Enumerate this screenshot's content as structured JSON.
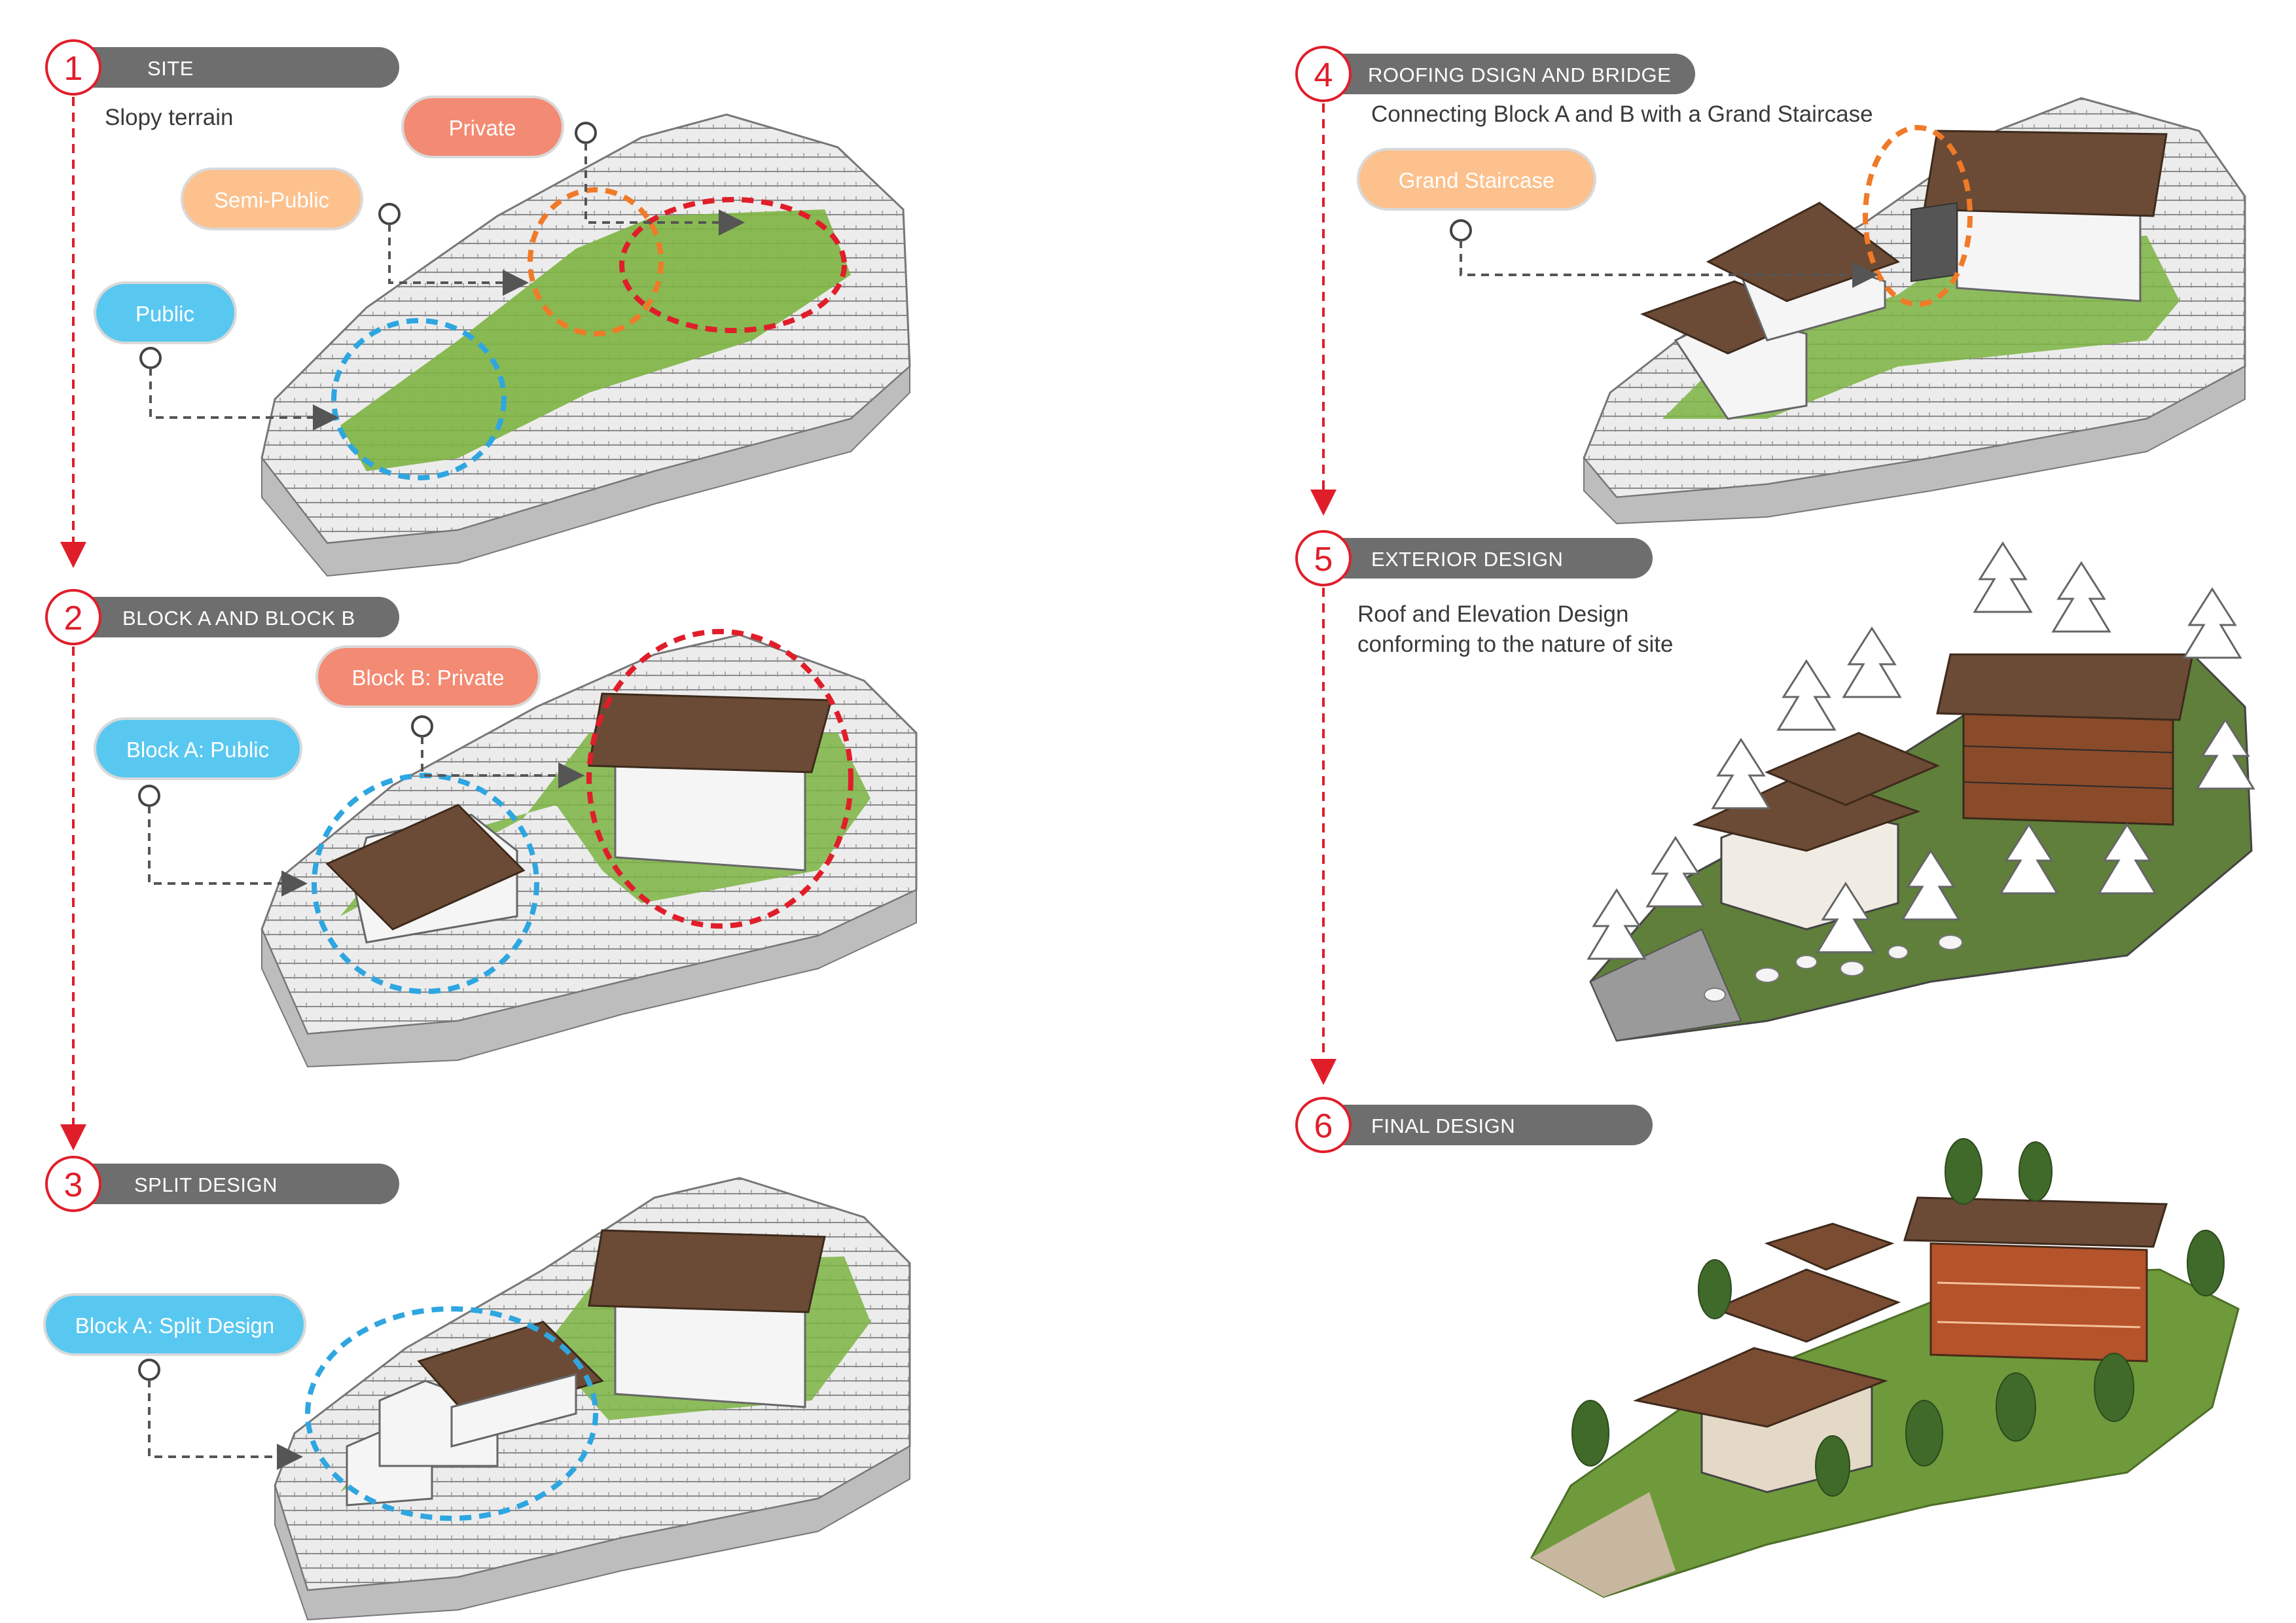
{
  "colors": {
    "accent_red": "#e01e2a",
    "bar_grey": "#6e6e6e",
    "public_blue": "#59c8f0",
    "semi_public_orange": "#fcc18d",
    "private_salmon": "#f38a73",
    "grass_green": "#7db443",
    "roof_brown": "#6b4b35",
    "terrain_grey": "#e3e3e3"
  },
  "steps": [
    {
      "number": "1",
      "title": "SITE",
      "subtitle": [
        "Slopy terrain"
      ],
      "labels": [
        {
          "text": "Private",
          "zone": "private"
        },
        {
          "text": "Semi-Public",
          "zone": "semi_public"
        },
        {
          "text": "Public",
          "zone": "public"
        }
      ]
    },
    {
      "number": "2",
      "title": "BLOCK A AND BLOCK B",
      "subtitle": [],
      "labels": [
        {
          "text": "Block B: Private",
          "zone": "private"
        },
        {
          "text": "Block A: Public",
          "zone": "public"
        }
      ]
    },
    {
      "number": "3",
      "title": "SPLIT DESIGN",
      "subtitle": [],
      "labels": [
        {
          "text": "Block A: Split Design",
          "zone": "public"
        }
      ]
    },
    {
      "number": "4",
      "title": "ROOFING DSIGN AND BRIDGE",
      "subtitle": [
        "Connecting Block A and B with a Grand Staircase"
      ],
      "labels": [
        {
          "text": "Grand Staircase",
          "zone": "semi_public"
        }
      ]
    },
    {
      "number": "5",
      "title": "EXTERIOR DESIGN",
      "subtitle": [
        "Roof and Elevation Design",
        "conforming to the nature of site"
      ],
      "labels": []
    },
    {
      "number": "6",
      "title": "FINAL DESIGN",
      "subtitle": [],
      "labels": []
    }
  ]
}
